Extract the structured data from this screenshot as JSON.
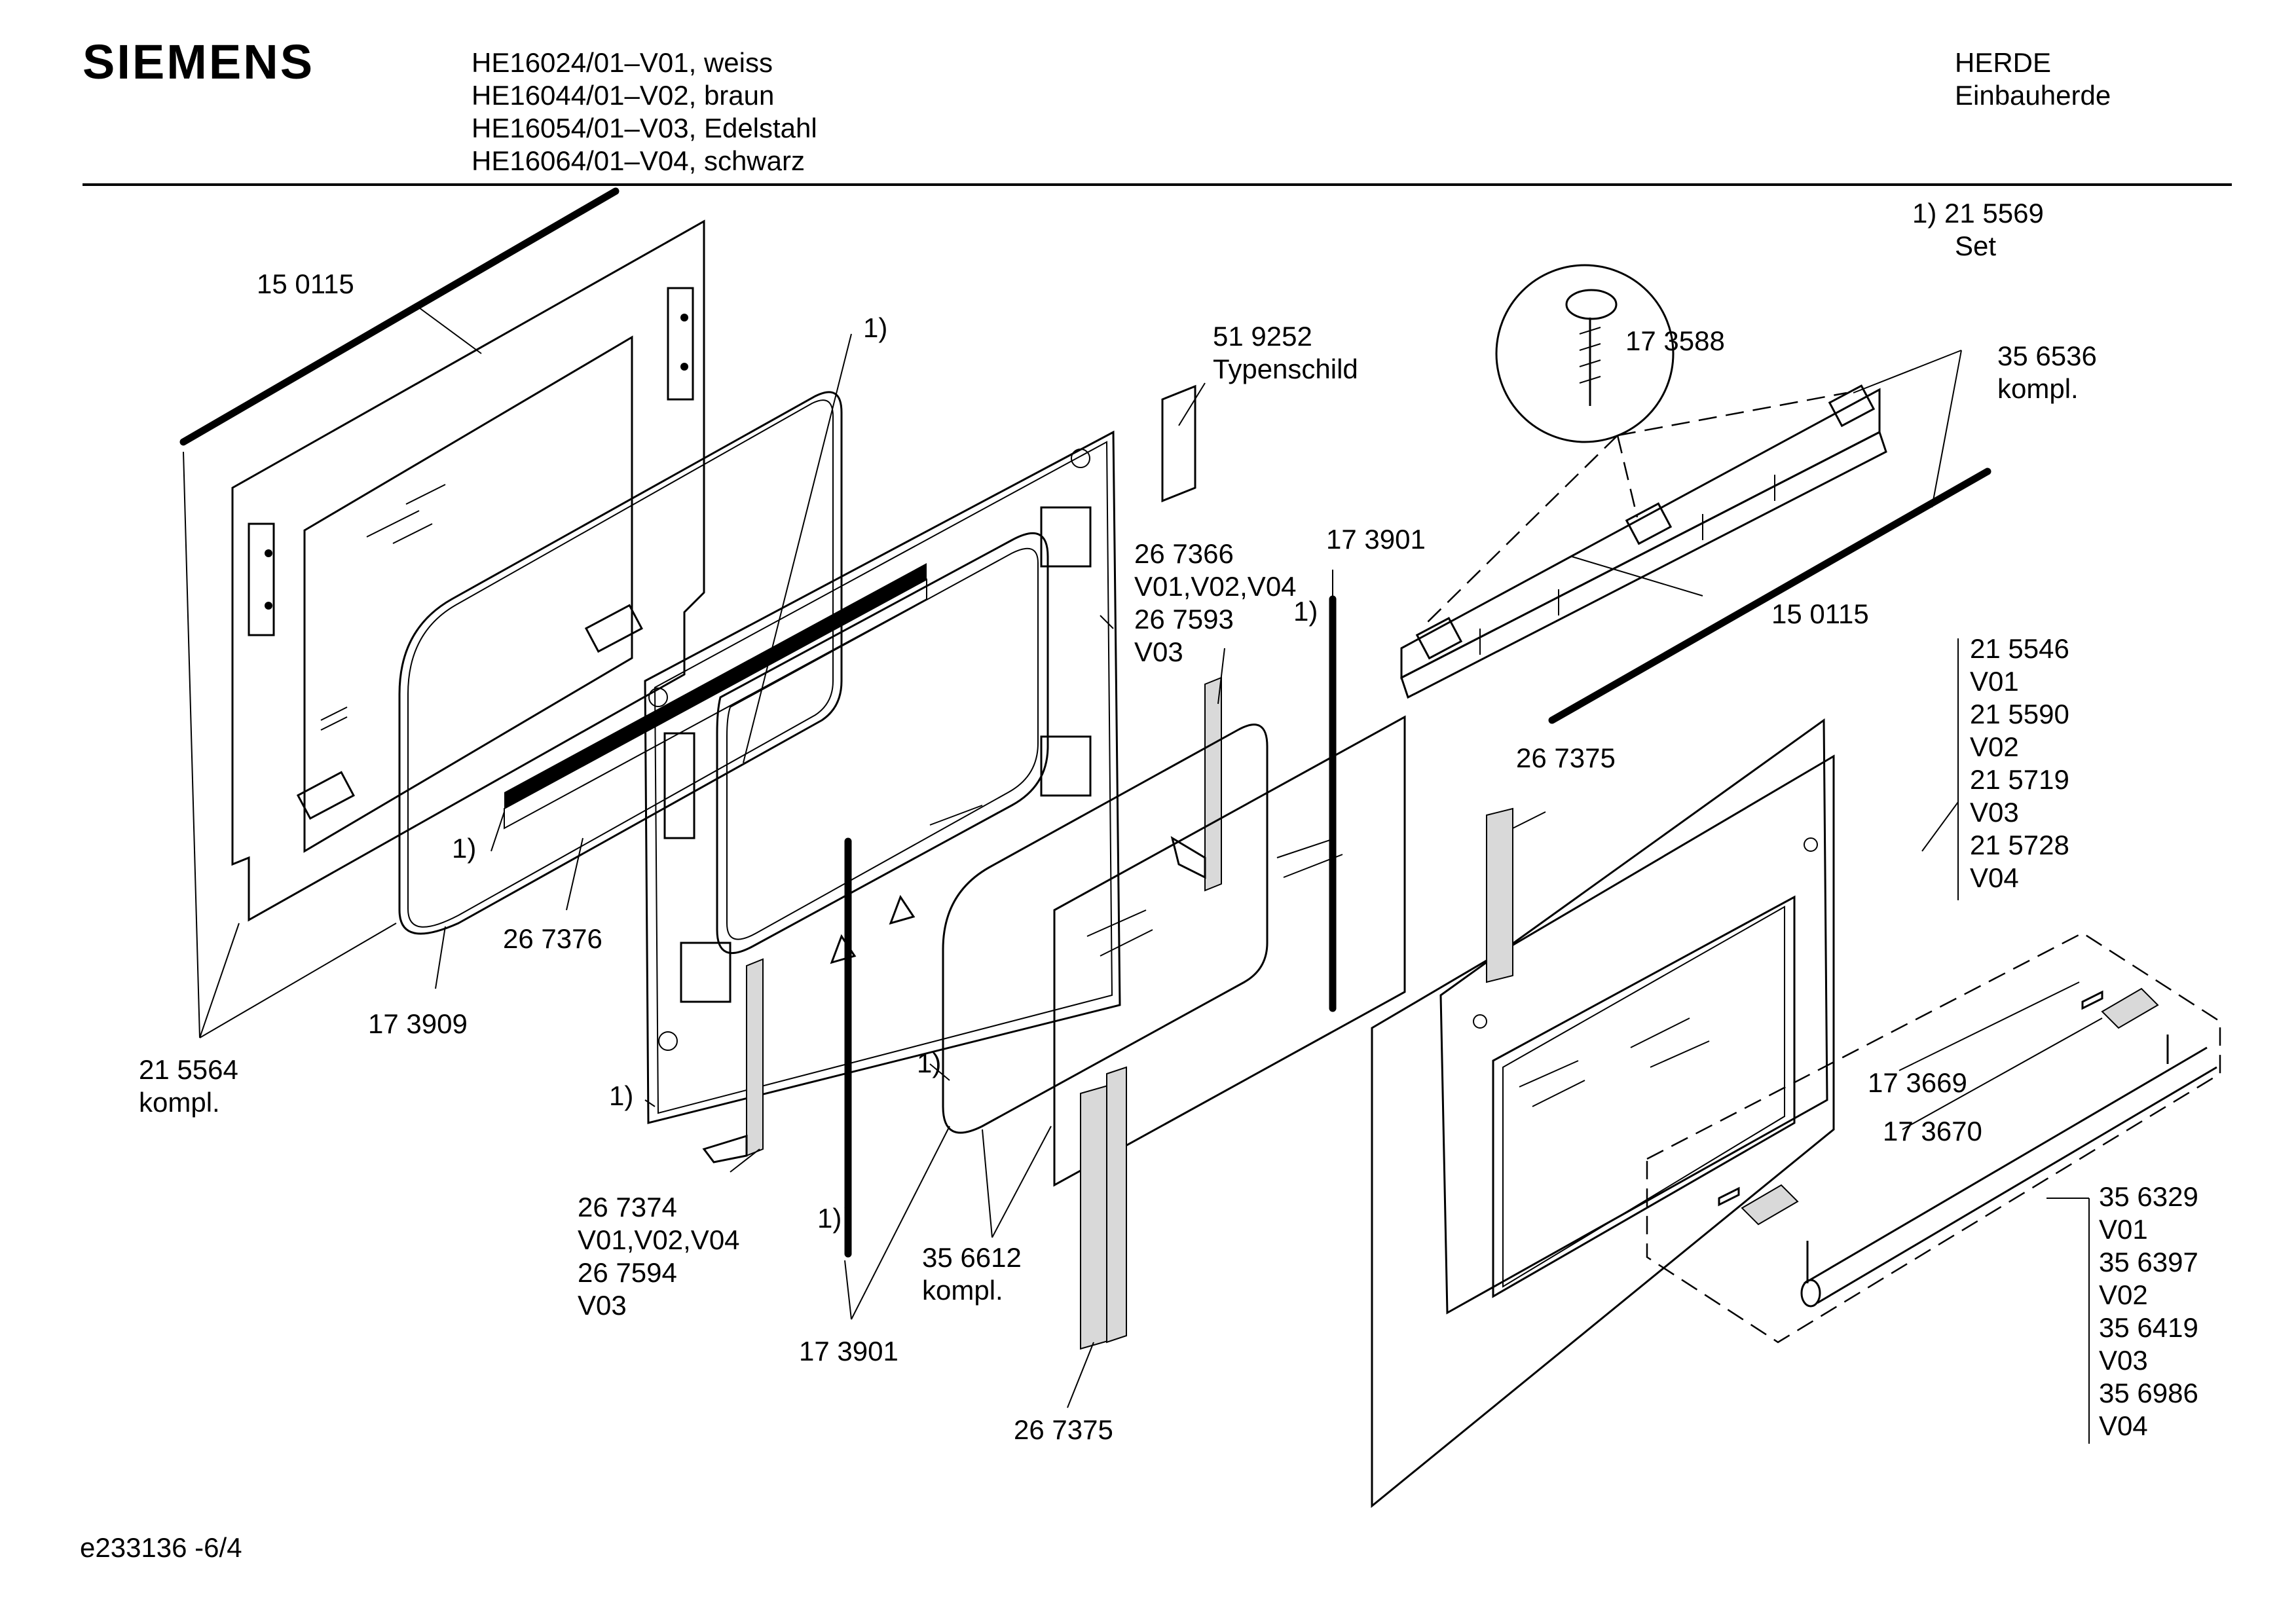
{
  "header": {
    "brand": "SIEMENS",
    "models": [
      "HE16024/01–V01, weiss",
      "HE16044/01–V02, braun",
      "HE16054/01–V03, Edelstahl",
      "HE16064/01–V04, schwarz"
    ],
    "category": [
      "HERDE",
      "Einbauherde"
    ]
  },
  "note": [
    "1) 21 5569",
    "Set"
  ],
  "footer": "e233136 -6/4",
  "labels": {
    "l150115a": [
      "15 0115"
    ],
    "l1a": [
      "1)"
    ],
    "l519252": [
      "51 9252",
      "Typenschild"
    ],
    "l173588": [
      "17 3588"
    ],
    "l356536": [
      "35 6536",
      "kompl."
    ],
    "l267366": [
      "26 7366",
      "V01,V02,V04",
      "26 7593",
      "V03"
    ],
    "l173901a": [
      "17 3901"
    ],
    "l1b": [
      "1)"
    ],
    "l150115b": [
      "15 0115"
    ],
    "l215546": [
      "21 5546",
      "V01",
      "21 5590",
      "V02",
      "21 5719",
      "V03",
      "21 5728",
      "V04"
    ],
    "l267375a": [
      "26 7375"
    ],
    "l1c": [
      "1)"
    ],
    "l267376": [
      "26 7376"
    ],
    "l173909": [
      "17 3909"
    ],
    "l215564": [
      "21 5564",
      "kompl."
    ],
    "l1d": [
      "1)"
    ],
    "l1e": [
      "1)"
    ],
    "l173669": [
      "17 3669"
    ],
    "l173670": [
      "17 3670"
    ],
    "l356329": [
      "35 6329",
      "V01",
      "35 6397",
      "V02",
      "35 6419",
      "V03",
      "35 6986",
      "V04"
    ],
    "l267374": [
      "26 7374",
      "V01,V02,V04",
      "26 7594",
      "V03"
    ],
    "l1f": [
      "1)"
    ],
    "l356612": [
      "35 6612",
      "kompl."
    ],
    "l173901b": [
      "17 3901"
    ],
    "l267375b": [
      "26 7375"
    ]
  }
}
